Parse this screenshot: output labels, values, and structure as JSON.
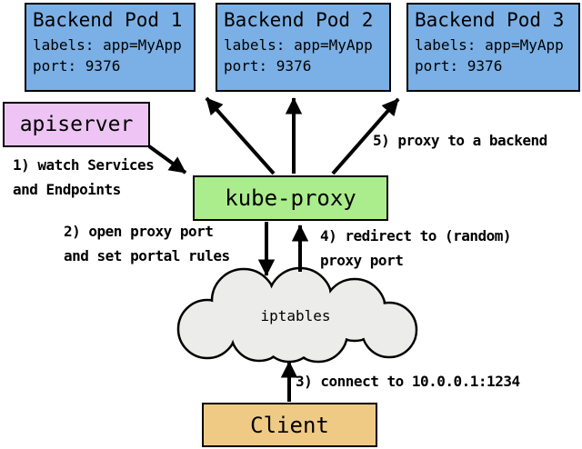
{
  "colors": {
    "pod_fill": "#7AB0E6",
    "apiserver_fill": "#EDC4F3",
    "kube_proxy_fill": "#ABEC8C",
    "cloud_fill": "#ECECEA",
    "client_fill": "#EFCA85",
    "border": "#000000"
  },
  "pods": [
    {
      "title": "Backend Pod 1",
      "labels_line": "labels: app=MyApp",
      "port_line": "port: 9376"
    },
    {
      "title": "Backend Pod 2",
      "labels_line": "labels: app=MyApp",
      "port_line": "port: 9376"
    },
    {
      "title": "Backend Pod 3",
      "labels_line": "labels: app=MyApp",
      "port_line": "port: 9376"
    }
  ],
  "nodes": {
    "apiserver": {
      "label": "apiserver"
    },
    "kube_proxy": {
      "label": "kube-proxy"
    },
    "iptables": {
      "label": "iptables"
    },
    "client": {
      "label": "Client"
    }
  },
  "annotations": {
    "step1": "1) watch Services\nand Endpoints",
    "step2": "2) open proxy port\nand set portal rules",
    "step3": "3) connect to 10.0.0.1:1234",
    "step4": "4) redirect to (random)\nproxy port",
    "step5": "5) proxy to a backend"
  }
}
